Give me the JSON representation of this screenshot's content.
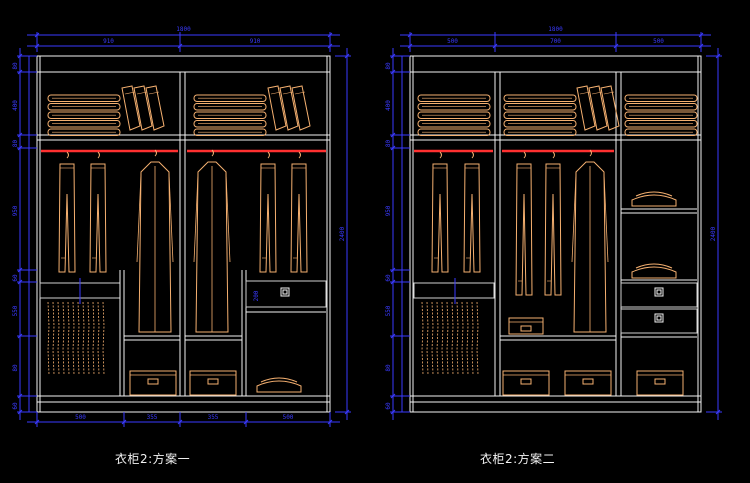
{
  "drawing_title": "",
  "plans": [
    {
      "caption": "衣柜2:方案一",
      "overall_width": "1800",
      "sections_width": [
        "910",
        "910"
      ],
      "bottom_widths": [
        "500",
        "355",
        "355",
        "500"
      ],
      "overall_height": "2400",
      "left_dims": [
        "80",
        "400",
        "80",
        "950",
        "60",
        "550",
        "80",
        "60"
      ],
      "drawer_dim": "200"
    },
    {
      "caption": "衣柜2:方案二",
      "overall_width": "1800",
      "sections_width": [
        "500",
        "700",
        "500"
      ],
      "overall_height": "2400",
      "left_dims": [
        "80",
        "400",
        "80",
        "950",
        "60",
        "550",
        "80",
        "60"
      ]
    }
  ],
  "colors": {
    "background": "#000000",
    "cabinet": "#f2f2f2",
    "dimension": "#3a3aff",
    "hanger_rod": "#ff3030",
    "clothes": "#f5b070",
    "drawer_line": "#cfcfcf"
  }
}
